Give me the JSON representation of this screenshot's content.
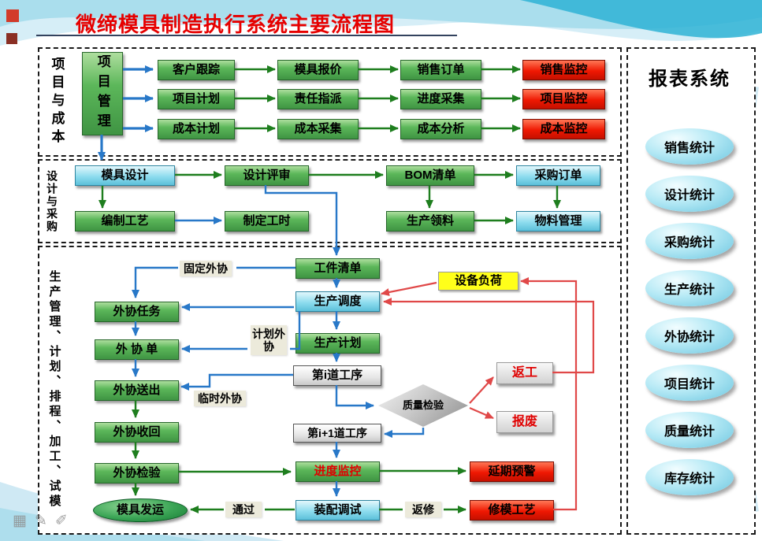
{
  "title": "微缔模具制造执行系统主要流程图",
  "colors": {
    "title_red": "#e60000",
    "node_green": "#4ea84e",
    "monitor_red": "#ee1100",
    "node_cyan": "#7fd4ea",
    "equipment_yellow": "#ffff00",
    "arrow_blue": "#2878c8",
    "arrow_green": "#1e7e1e",
    "arrow_red": "#e04848"
  },
  "section1": {
    "label": "项目与成本",
    "manager": "项目管理",
    "rows": [
      {
        "cells": [
          "客户跟踪",
          "模具报价",
          "销售订单"
        ],
        "monitor": "销售监控"
      },
      {
        "cells": [
          "项目计划",
          "责任指派",
          "进度采集"
        ],
        "monitor": "项目监控"
      },
      {
        "cells": [
          "成本计划",
          "成本采集",
          "成本分析"
        ],
        "monitor": "成本监控"
      }
    ]
  },
  "section2": {
    "label": "设计与采购",
    "mold_design": "模具设计",
    "design_review": "设计评审",
    "bom_list": "BOM清单",
    "purchase_order": "采购订单",
    "process_planning": "编制工艺",
    "work_hours": "制定工时",
    "material_issue": "生产领料",
    "material_mgmt": "物料管理"
  },
  "section3": {
    "label": "生产管理、计划、排程、加工、试模",
    "work_list": "工件清单",
    "equipment_load": "设备负荷",
    "dispatch": "生产调度",
    "fixed_outsourcing": "固定外协",
    "outsourcing_task": "外协任务",
    "planned_outsourcing": "计划外协",
    "production_plan": "生产计划",
    "outsourcing_order": "外 协 单",
    "process_i": "第i道工序",
    "rework": "返工",
    "outsourcing_send": "外协送出",
    "temp_outsourcing": "临时外协",
    "quality_inspection": "质量检验",
    "scrap": "报废",
    "outsourcing_return": "外协收回",
    "process_i_plus1": "第i+1道工序",
    "outsourcing_inspect": "外协检验",
    "progress_monitor": "进度监控",
    "delay_warning": "延期预警",
    "mold_shipment": "模具发运",
    "pass_label": "通过",
    "assembly_debug": "装配调试",
    "repair_label": "返修",
    "mold_repair_process": "修模工艺"
  },
  "report_panel": {
    "title": "报表系统",
    "items": [
      "销售统计",
      "设计统计",
      "采购统计",
      "生产统计",
      "外协统计",
      "项目统计",
      "质量统计",
      "库存统计"
    ]
  }
}
